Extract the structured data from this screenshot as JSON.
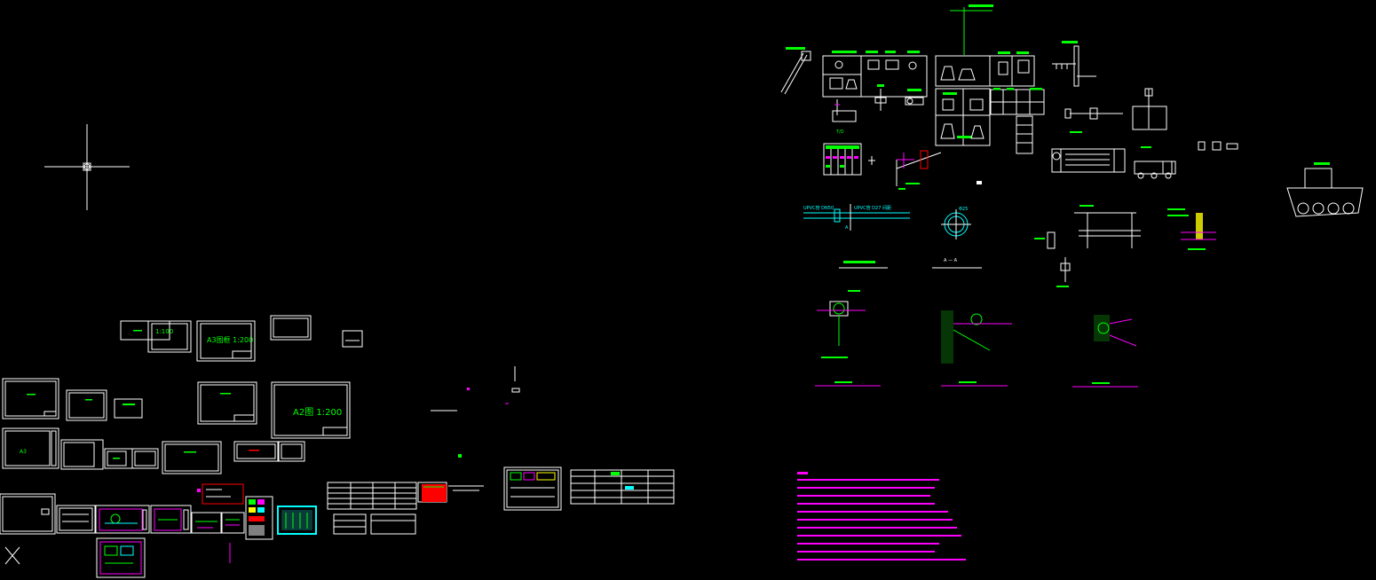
{
  "drawing": {
    "colors": {
      "background": "#000000",
      "line": "#ffffff",
      "accent": "#00ff00",
      "note": "#ff00ff",
      "highlight": "#00ffff",
      "fill_red": "#ff0000"
    }
  },
  "frames": {
    "scale_100": "1:100",
    "a3_200": "A3图框 1:200",
    "a2_200": "A2图 1:200",
    "a3": "A3"
  },
  "sections": {
    "aa": "A — A"
  }
}
